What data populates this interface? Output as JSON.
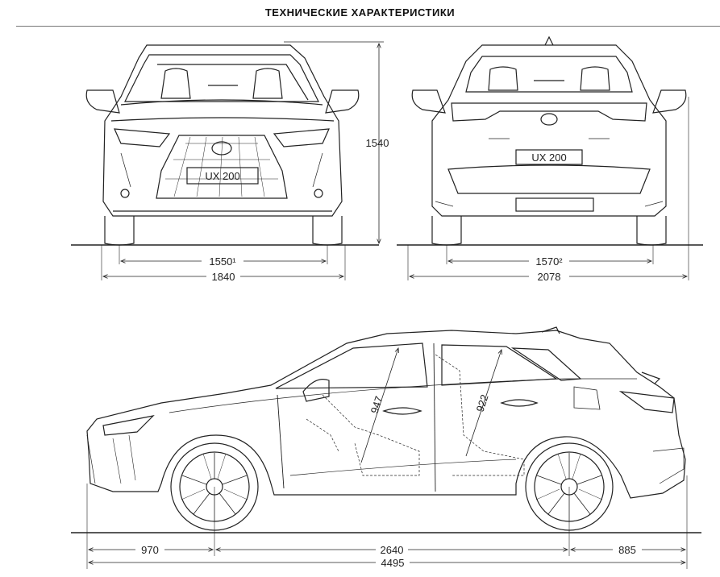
{
  "header": {
    "title": "ТЕХНИЧЕСКИЕ ХАРАКТЕРИСТИКИ"
  },
  "front_view": {
    "plate": "UX 200",
    "height": "1540",
    "track": "1550¹",
    "width": "1840"
  },
  "rear_view": {
    "plate": "UX 200",
    "track": "1570²",
    "width_mirrors": "2078"
  },
  "side_view": {
    "front_overhang": "970",
    "wheelbase": "2640",
    "rear_overhang": "885",
    "length": "4495",
    "front_headroom": "947",
    "rear_headroom": "922"
  }
}
